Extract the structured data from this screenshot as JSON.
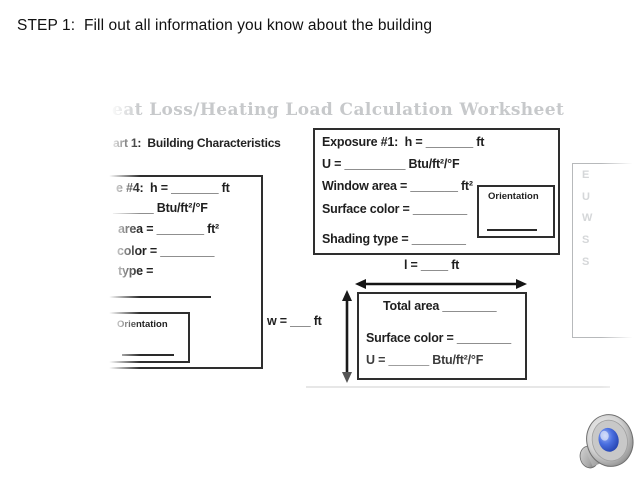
{
  "slide": {
    "title": "STEP 1:  Fill out all information you know about the building"
  },
  "worksheet": {
    "title": "eat Loss/Heating Load Calculation Worksheet",
    "part1_heading": "art 1:  Building Characteristics",
    "exposure4": {
      "height_line": "e #4:  h = _______ ft",
      "u_line": "______ Btu/ft²/°F",
      "window_area_line": "area = _______ ft²",
      "surface_color_line": "color = ________",
      "shading_type_line": "type =",
      "orientation_label": "Orientation"
    },
    "exposure1": {
      "height_line": "Exposure #1:  h = _______ ft",
      "u_line": "U = _________ Btu/ft²/°F",
      "window_area_line": "Window area = _______ ft²",
      "surface_color_line": "Surface color = ________",
      "shading_type_line": "Shading type = ________",
      "orientation_label": "Orientation"
    },
    "length_label": "l = ____ ft",
    "width_label": "w = ___ ft",
    "total_area_box": {
      "total_area_line": "Total area ________",
      "surface_color_line": "Surface color = ________",
      "u_line": "U = ______ Btu/ft²/°F"
    },
    "exposure2_faded": {
      "letters": [
        "E",
        "U",
        "W",
        "S",
        "S"
      ]
    }
  },
  "colors": {
    "ink": "#1f1f1f",
    "faded_title": "#c7c9cb",
    "faded_gray": "#d5d7d9",
    "speaker_blue": "#3a5fd0"
  },
  "icons": {
    "audio": "speaker-icon"
  }
}
